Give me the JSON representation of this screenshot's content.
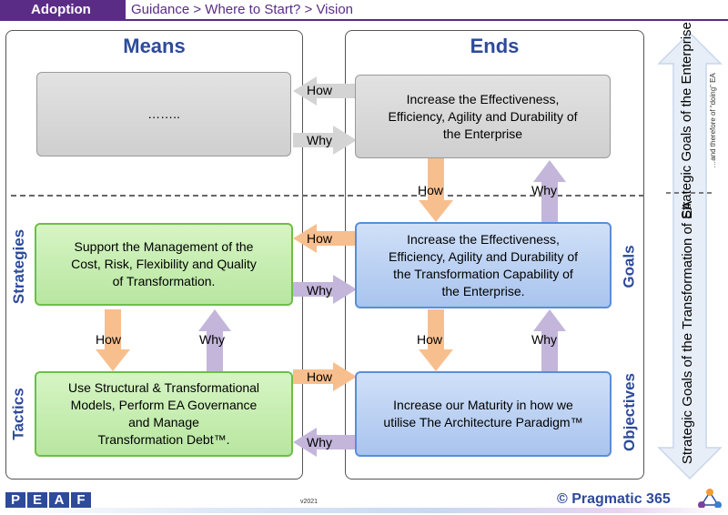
{
  "header": {
    "section": "Adoption",
    "breadcrumb": "Guidance > Where to Start? > Vision"
  },
  "panels": {
    "means_title": "Means",
    "ends_title": "Ends"
  },
  "boxes": {
    "top_left": "……..",
    "top_right": "Increase the Effectiveness,\nEfficiency, Agility and Durability of\nthe Enterprise",
    "strategy": "Support the Management of the\nCost, Risk, Flexibility  and Quality\nof Transformation.",
    "goal": "Increase the Effectiveness,\nEfficiency, Agility and Durability of\nthe Transformation Capability of\nthe Enterprise.",
    "tactic": "Use Structural & Transformational\nModels, Perform EA Governance\nand Manage\nTransformation Debt™.",
    "objective": "Increase our Maturity in how we\nutilise The Architecture Paradigm™"
  },
  "arrows": {
    "how": "How",
    "why": "Why"
  },
  "side_labels": {
    "strategies": "Strategies",
    "tactics": "Tactics",
    "goals": "Goals",
    "objectives": "Objectives"
  },
  "right_column": {
    "enterprise": "Strategic Goals\nof the Enterprise",
    "enterprise_note": "…and therefore of “doing” EA",
    "ea": "Strategic Goals of the\nTransformation of EA"
  },
  "footer": {
    "logo": [
      "P",
      "E",
      "A",
      "F"
    ],
    "version": "v2021",
    "brand": "© Pragmatic 365"
  },
  "colors": {
    "accent_purple": "#5b2c86",
    "title_blue": "#2e4a9a",
    "how_arrow": "#f8bf8e",
    "why_arrow": "#c3b6da",
    "green_box": "#c6ecb0",
    "blue_box": "#b8cff2",
    "gray_box": "#d8d8d8"
  }
}
